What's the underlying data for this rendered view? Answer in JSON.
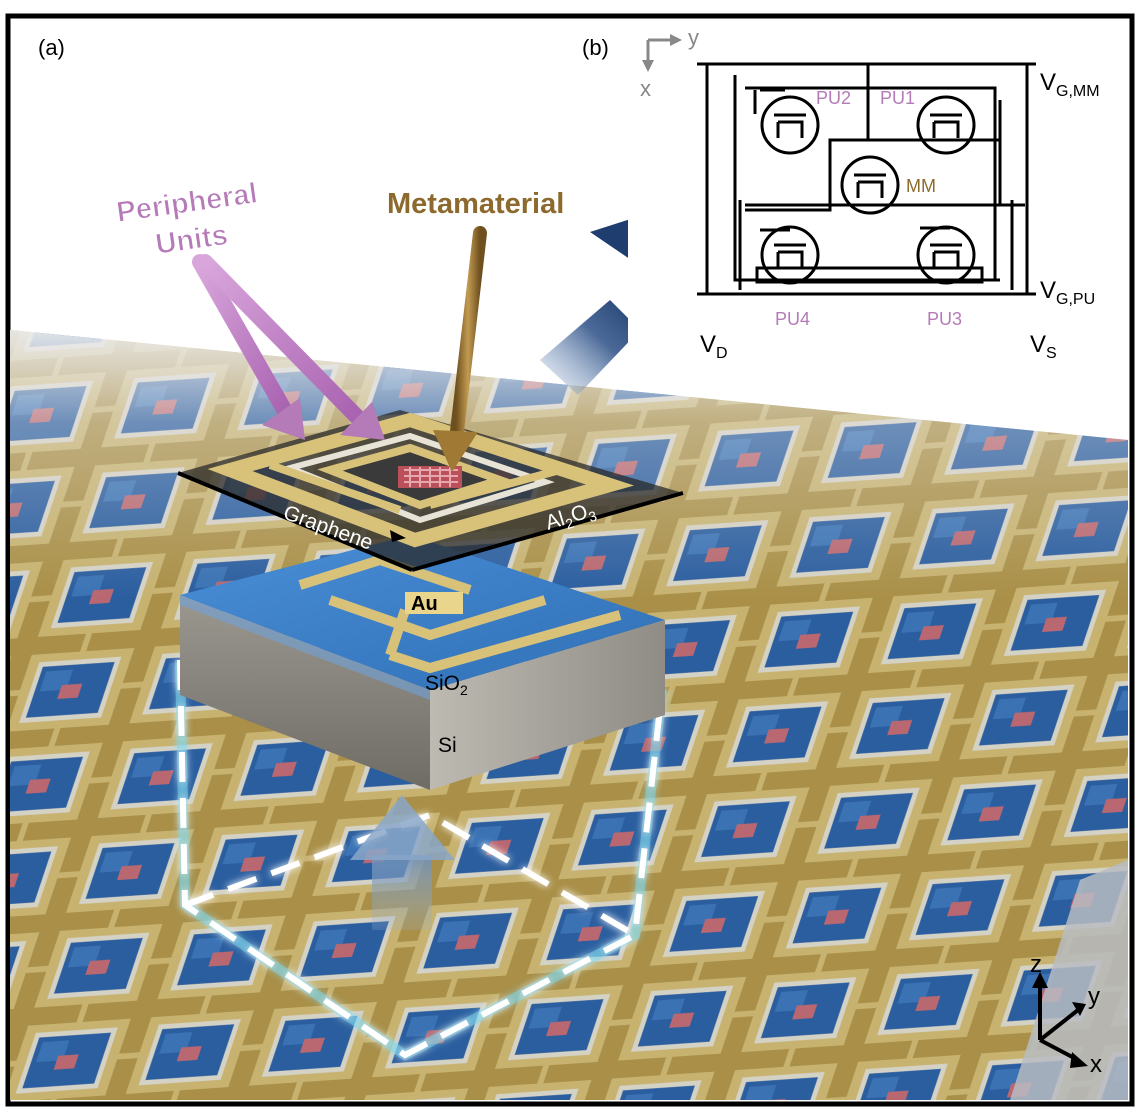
{
  "panel_a": {
    "label": "(a)",
    "peripheral_line1": "Peripheral",
    "peripheral_line2": "Units",
    "metamaterial": "Metamaterial",
    "graphene": "Graphene",
    "al2o3_main": "Al",
    "al2o3_sub1": "2",
    "al2o3_mid": "O",
    "al2o3_sub2": "3",
    "au": "Au",
    "sio2_main": "SiO",
    "sio2_sub": "2",
    "si": "Si",
    "axis_z": "z",
    "axis_y": "y",
    "axis_x": "x"
  },
  "panel_b": {
    "label": "(b)",
    "axis_y": "y",
    "axis_x": "x",
    "pu1": "PU1",
    "pu2": "PU2",
    "pu3": "PU3",
    "pu4": "PU4",
    "mm": "MM",
    "vg_mm_main": "V",
    "vg_mm_sub": "G,MM",
    "vg_pu_main": "V",
    "vg_pu_sub": "G,PU",
    "vd_main": "V",
    "vd_sub": "D",
    "vs_main": "V",
    "vs_sub": "S"
  },
  "colors": {
    "gold": "#c9b05a",
    "blue": "#2f6fb5",
    "purple": "#b57ab8",
    "metamaterial_brown": "#8c6a2e",
    "navy": "#1f3d6e"
  }
}
